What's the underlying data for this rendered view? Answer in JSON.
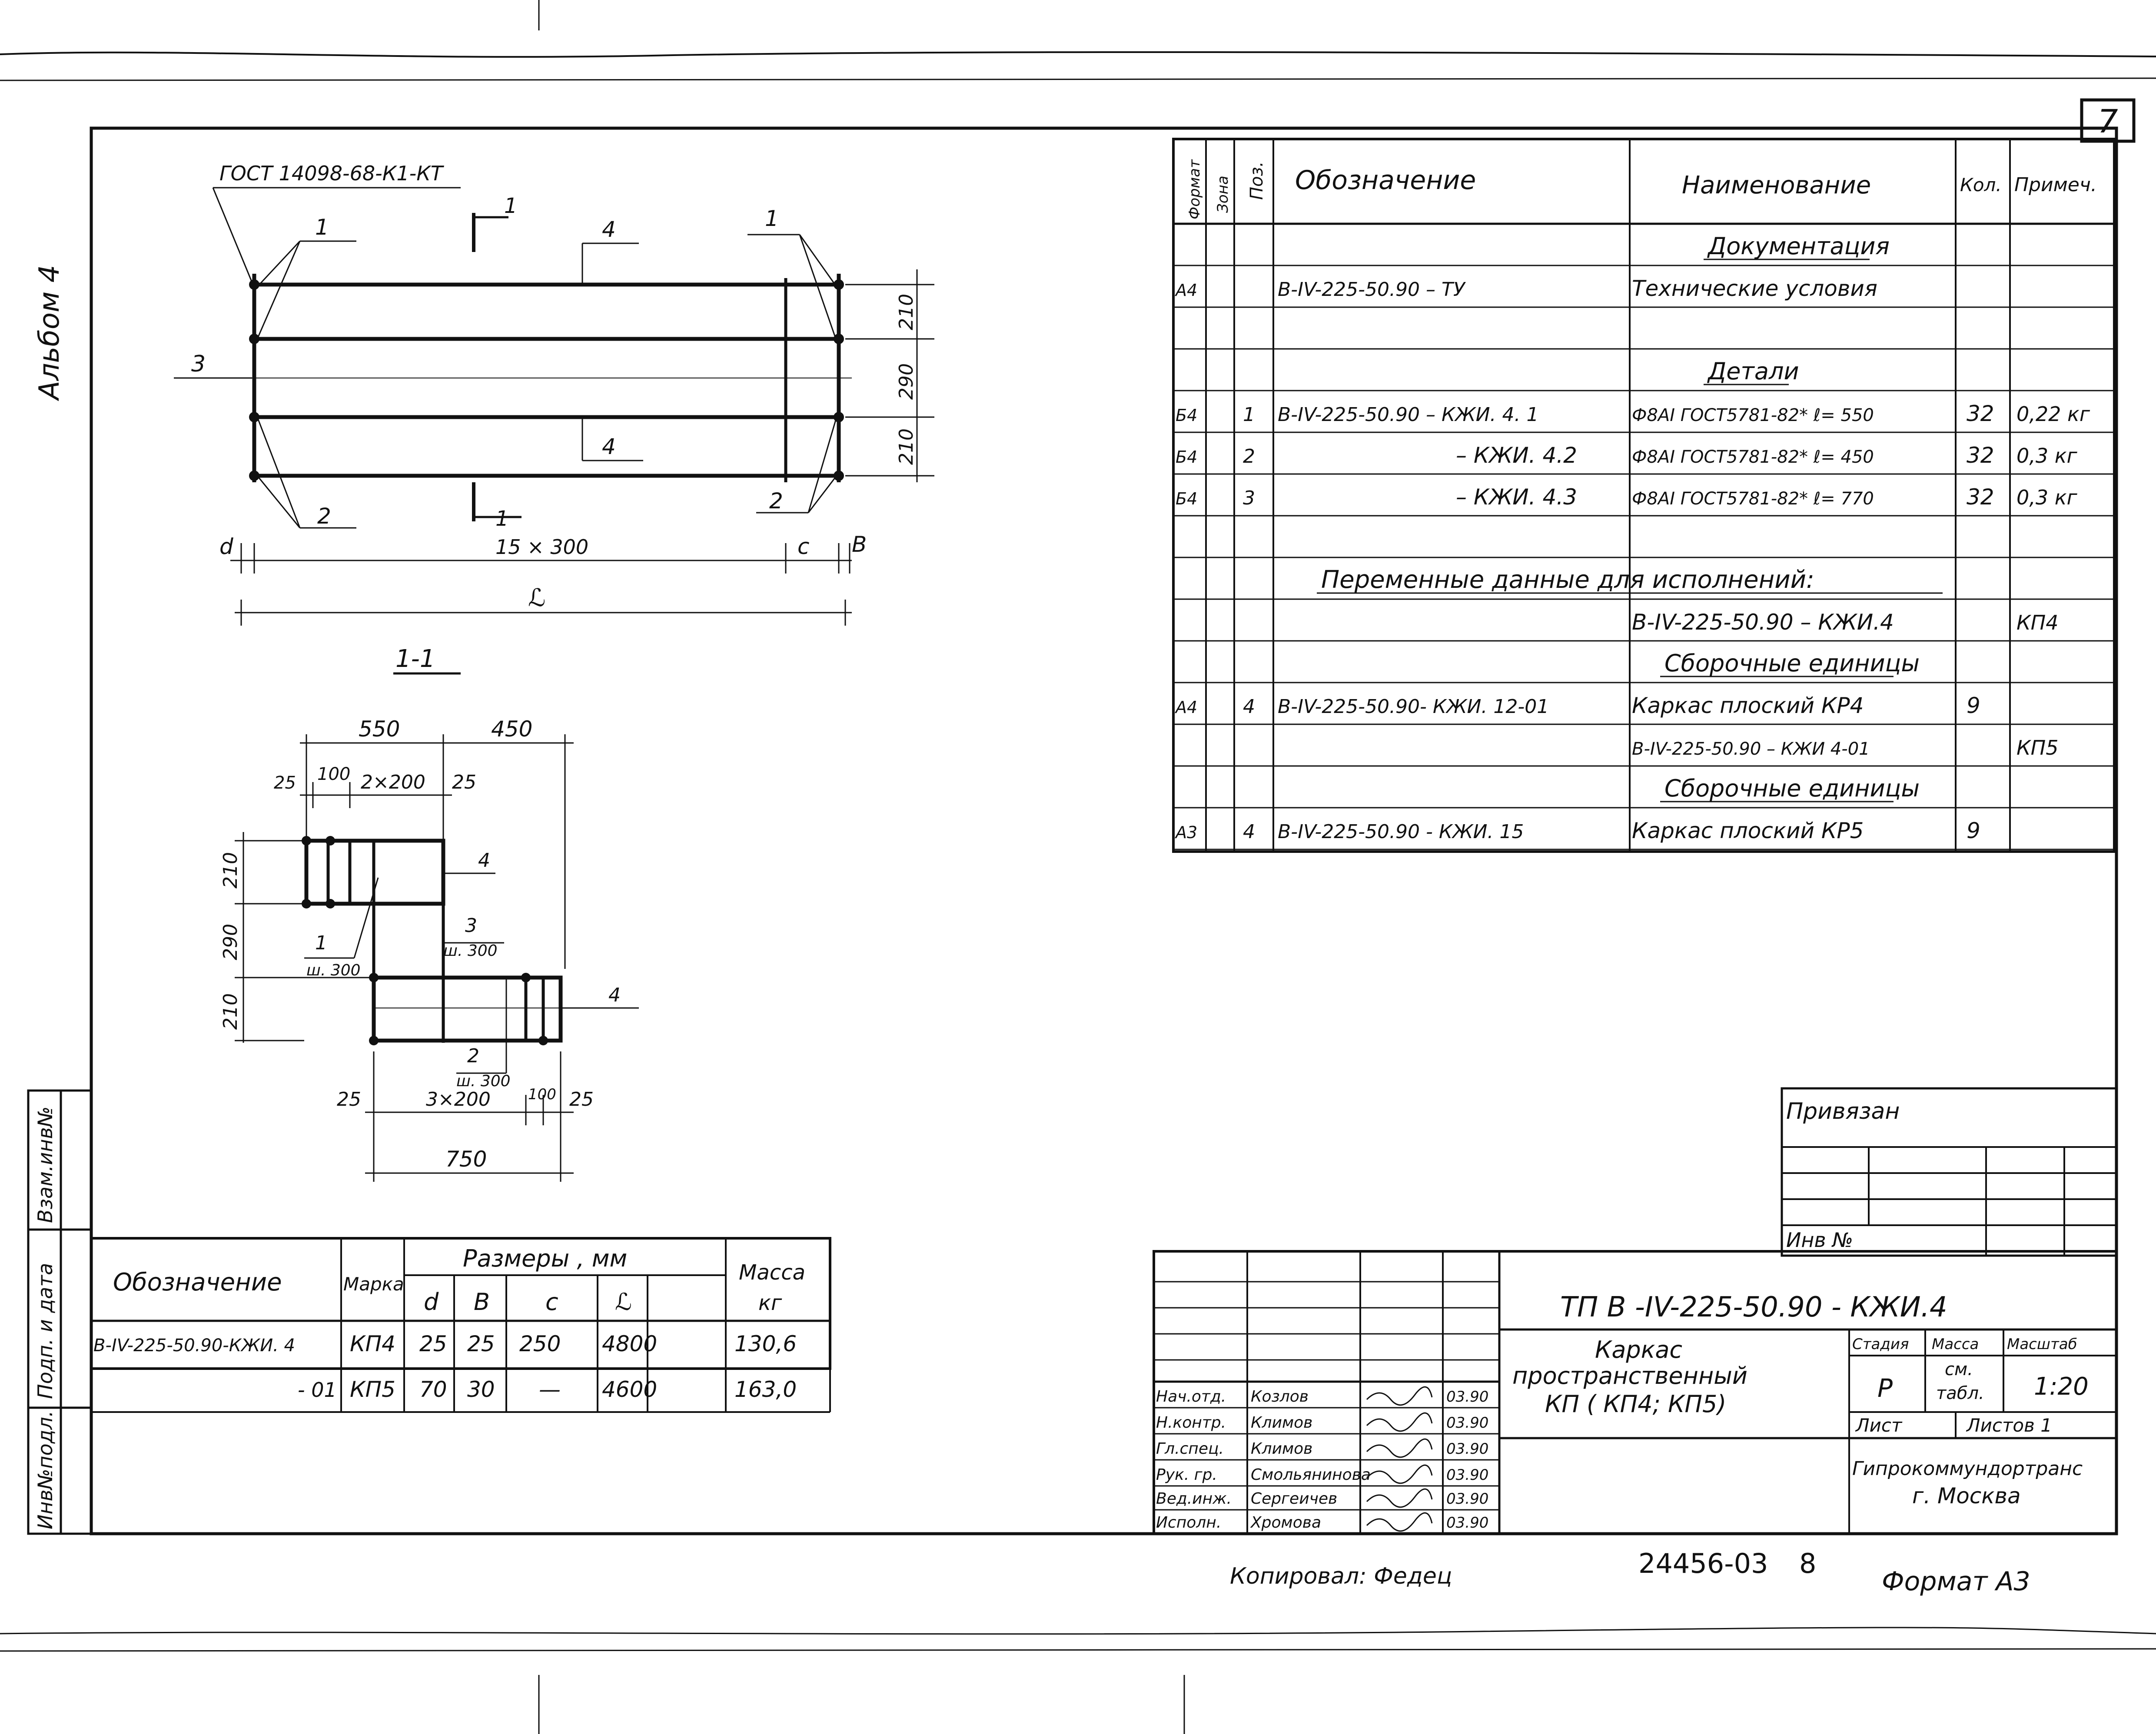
{
  "page_number": "7",
  "album": "Альбом 4",
  "side_stamp": {
    "inv_podl": "Инв№подл.",
    "podp_data": "Подп. и дата",
    "vzam_inv": "Взам.инв№"
  },
  "drawing_top": {
    "gost_note": "ГОСТ 14098-68-К1-КТ",
    "section_marks": [
      "1",
      "1"
    ],
    "labels": {
      "l1a": "1",
      "l1b": "1",
      "l2a": "2",
      "l2b": "2",
      "l3": "3",
      "l4a": "4",
      "l4b": "4"
    },
    "dim_right": [
      "210",
      "290",
      "210"
    ],
    "dim_d": "d",
    "dim_span": "15 × 300",
    "dim_c": "c",
    "dim_b": "В",
    "dim_total": "ℒ"
  },
  "section": {
    "title": "1-1",
    "dim_top": [
      "550",
      "450"
    ],
    "dim_sub": [
      "25",
      "100",
      "2×200",
      "25"
    ],
    "dim_left": [
      "210",
      "290",
      "210"
    ],
    "labels": {
      "l1": "1",
      "l1_step": "ш. 300",
      "l2": "2",
      "l2_step": "ш. 300",
      "l3": "3",
      "l3_step": "ш. 300",
      "l4a": "4",
      "l4b": "4"
    },
    "dim_bottom": [
      "25",
      "3×200",
      "100",
      "25"
    ],
    "dim_bottom_total": "750"
  },
  "spec": {
    "headers": [
      "Формат",
      "Зона",
      "Поз.",
      "Обозначение",
      "Наименование",
      "Кол.",
      "Примеч."
    ],
    "rows": [
      {
        "fmt": "",
        "zone": "",
        "pos": "",
        "des": "",
        "name": "Документация",
        "qty": "",
        "note": "",
        "heading": true
      },
      {
        "fmt": "А4",
        "zone": "",
        "pos": "",
        "des": "В-IV-225-50.90  – ТУ",
        "name": "Технические условия",
        "qty": "",
        "note": ""
      },
      {
        "fmt": "",
        "zone": "",
        "pos": "",
        "des": "",
        "name": "",
        "qty": "",
        "note": ""
      },
      {
        "fmt": "",
        "zone": "",
        "pos": "",
        "des": "",
        "name": "Детали",
        "qty": "",
        "note": "",
        "heading": true
      },
      {
        "fmt": "Б4",
        "zone": "",
        "pos": "1",
        "des": "В-IV-225-50.90 – КЖИ. 4. 1",
        "name": "Ф8АI ГОСТ5781-82* ℓ= 550",
        "qty": "32",
        "note": "0,22 кг"
      },
      {
        "fmt": "Б4",
        "zone": "",
        "pos": "2",
        "des": "– КЖИ. 4.2",
        "name": "Ф8АI ГОСТ5781-82* ℓ= 450",
        "qty": "32",
        "note": "0,3 кг"
      },
      {
        "fmt": "Б4",
        "zone": "",
        "pos": "3",
        "des": "– КЖИ. 4.3",
        "name": "Ф8АI ГОСТ5781-82* ℓ= 770",
        "qty": "32",
        "note": "0,3 кг"
      },
      {
        "fmt": "",
        "zone": "",
        "pos": "",
        "des": "",
        "name": "",
        "qty": "",
        "note": ""
      },
      {
        "fmt": "",
        "zone": "",
        "pos": "",
        "des": "Переменные данные для исполнений:",
        "name": "",
        "qty": "",
        "note": "",
        "wide": true
      },
      {
        "fmt": "",
        "zone": "",
        "pos": "",
        "des": "",
        "name": "В-IV-225-50.90 – КЖИ.4",
        "qty": "",
        "note": "КП4"
      },
      {
        "fmt": "",
        "zone": "",
        "pos": "",
        "des": "",
        "name": "Сборочные единицы",
        "qty": "",
        "note": "",
        "heading": true
      },
      {
        "fmt": "А4",
        "zone": "",
        "pos": "4",
        "des": "В-IV-225-50.90- КЖИ. 12-01",
        "name": "Каркас плоский КР4",
        "qty": "9",
        "note": ""
      },
      {
        "fmt": "",
        "zone": "",
        "pos": "",
        "des": "",
        "name": "В-IV-225-50.90 – КЖИ 4-01",
        "qty": "",
        "note": "КП5"
      },
      {
        "fmt": "",
        "zone": "",
        "pos": "",
        "des": "",
        "name": "Сборочные единицы",
        "qty": "",
        "note": "",
        "heading": true
      },
      {
        "fmt": "А3",
        "zone": "",
        "pos": "4",
        "des": "В-IV-225-50.90 - КЖИ. 15",
        "name": "Каркас плоский КР5",
        "qty": "9",
        "note": ""
      }
    ]
  },
  "size_table": {
    "h_des": "Обозначение",
    "h_mark": "Марка",
    "h_sizes": "Размеры , мм",
    "h_mass": "Масса",
    "h_mass_unit": "кг",
    "sub": [
      "d",
      "В",
      "c",
      "ℒ"
    ],
    "rows": [
      {
        "des": "В-IV-225-50.90-КЖИ. 4",
        "mark": "КП4",
        "d": "25",
        "b": "25",
        "c": "250",
        "l": "4800",
        "mass": "130,6"
      },
      {
        "des": "- 01",
        "mark": "КП5",
        "d": "70",
        "b": "30",
        "c": "—",
        "l": "4600",
        "mass": "163,0"
      }
    ]
  },
  "privyazan": {
    "title": "Привязан",
    "inv": "Инв №"
  },
  "title_block": {
    "code": "ТП  В -IV-225-50.90  - КЖИ.4",
    "name_lines": [
      "Каркас",
      "пространственный",
      "КП ( КП4; КП5)"
    ],
    "stadiya_label": "Стадия",
    "stadiya": "Р",
    "massa_label": "Масса",
    "massa": [
      "см.",
      "табл."
    ],
    "masshtab_label": "Масштаб",
    "masshtab": "1:20",
    "list_label": "Лист",
    "listov_label": "Листов 1",
    "org": [
      "Гипрокоммундортранс",
      "г. Москва"
    ],
    "people": [
      {
        "role": "Нач.отд.",
        "name": "Козлов",
        "date": "03.90"
      },
      {
        "role": "Н.контр.",
        "name": "Климов",
        "date": "03.90"
      },
      {
        "role": "Гл.спец.",
        "name": "Климов",
        "date": "03.90"
      },
      {
        "role": "Рук. гр.",
        "name": "Смольянинова",
        "date": "03.90"
      },
      {
        "role": "Вед.инж.",
        "name": "Сергеичев",
        "date": "03.90"
      },
      {
        "role": "Исполн.",
        "name": "Хромова",
        "date": "03.90"
      }
    ]
  },
  "footer": {
    "copied": "Копировал: Федец",
    "number": "24456-03",
    "sheet_no": "8",
    "format": "Формат А3"
  }
}
